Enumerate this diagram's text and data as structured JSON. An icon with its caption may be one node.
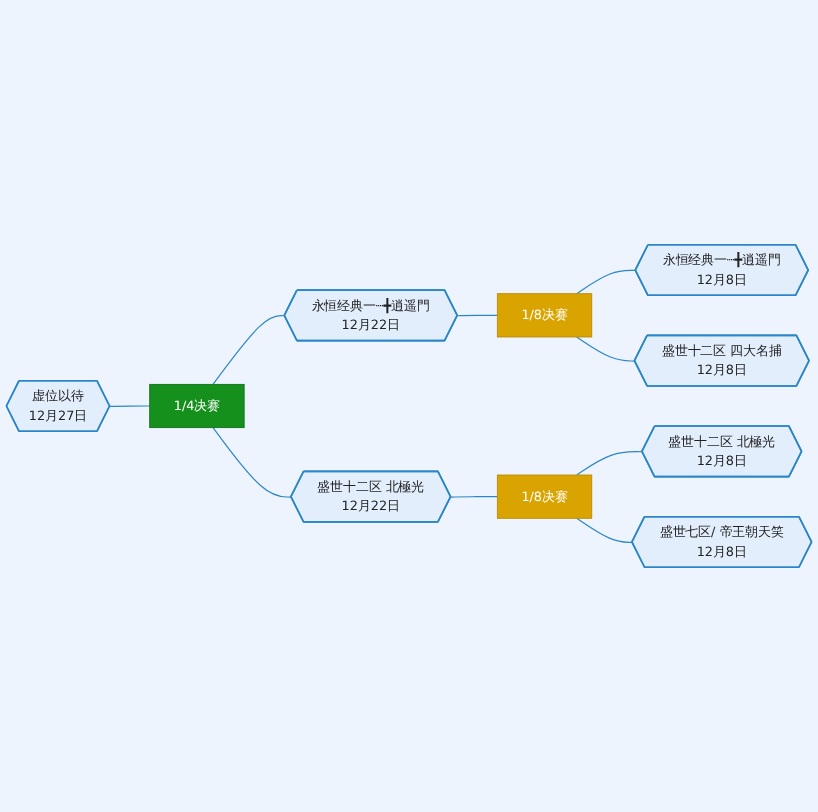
{
  "diagram": {
    "nodes": [
      {
        "text": [
          "虚位以待",
          "12月27日"
        ]
      },
      {
        "text": [
          "1/4决赛"
        ]
      },
      {
        "text": [
          "永恒经典一┈╋逍遥門",
          "12月22日"
        ]
      },
      {
        "text": [
          "1/8决赛"
        ]
      },
      {
        "text": [
          "永恒经典一┈╋逍遥門",
          "12月8日"
        ]
      },
      {
        "text": [
          "盛世十二区 四大名捕",
          "12月8日"
        ]
      },
      {
        "text": [
          "盛世十二区 北極光",
          "12月22日"
        ]
      },
      {
        "text": [
          "1/8决赛"
        ]
      },
      {
        "text": [
          "盛世十二区 北極光",
          "12月8日"
        ]
      },
      {
        "text": [
          "盛世七区/ 帝王朝天笑",
          "12月8日"
        ]
      }
    ],
    "edges": [
      {
        "from": 0,
        "to": 1,
        "arrow": "none"
      },
      {
        "from": 1,
        "to": 2,
        "arrow": "none"
      },
      {
        "from": 1,
        "to": 6,
        "arrow": "none"
      },
      {
        "from": 2,
        "to": 3,
        "arrow": "none"
      },
      {
        "from": 3,
        "to": 4,
        "arrow": "none"
      },
      {
        "from": 3,
        "to": 5,
        "arrow": "none"
      },
      {
        "from": 6,
        "to": 7,
        "arrow": "none"
      },
      {
        "from": 7,
        "to": 8,
        "arrow": "none"
      },
      {
        "from": 7,
        "to": 9,
        "arrow": "none"
      }
    ]
  }
}
